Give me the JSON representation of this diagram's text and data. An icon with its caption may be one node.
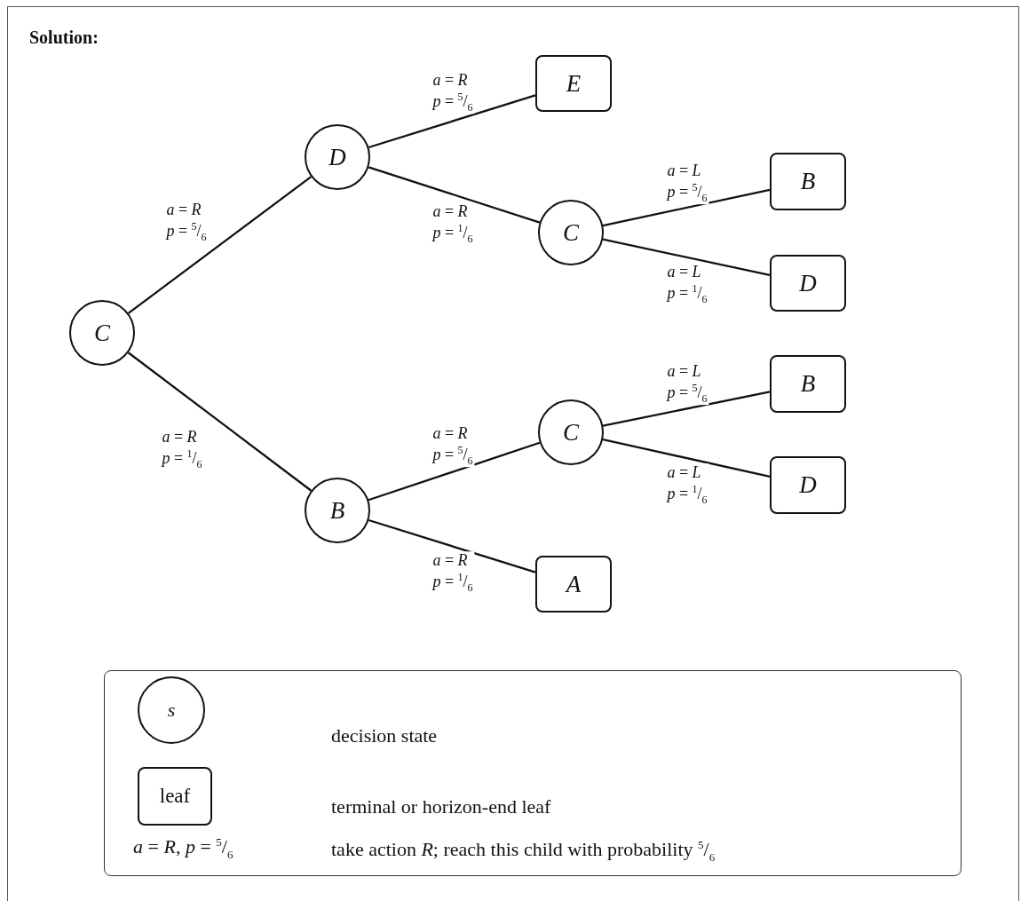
{
  "diagram": {
    "title": "Solution:",
    "nodes": [
      {
        "text": [
          "*C*"
        ]
      },
      {
        "text": [
          "*D*"
        ]
      },
      {
        "text": [
          "*B*"
        ]
      },
      {
        "text": [
          "*E*"
        ]
      },
      {
        "text": [
          "*C*"
        ]
      },
      {
        "text": [
          "*B*"
        ]
      },
      {
        "text": [
          "*D*"
        ]
      },
      {
        "text": [
          "*C*"
        ]
      },
      {
        "text": [
          "*A*"
        ]
      },
      {
        "text": [
          "*B*"
        ]
      },
      {
        "text": [
          "*D*"
        ]
      }
    ],
    "edges": [
      {
        "from": 0,
        "to": 1,
        "arrow": "none",
        "label": "*a* = *R* *p* = $^{5}$/$_{6}$"
      },
      {
        "from": 0,
        "to": 2,
        "arrow": "none",
        "label": "*a* = *R* *p* = $^{1}$/$_{6}$"
      },
      {
        "from": 1,
        "to": 3,
        "arrow": "none",
        "label": "*a* = *R* *p* = $^{5}$/$_{6}$"
      },
      {
        "from": 1,
        "to": 4,
        "arrow": "none",
        "label": "*a* = *R* *p* = $^{1}$/$_{6}$"
      },
      {
        "from": 4,
        "to": 5,
        "arrow": "none",
        "label": "*a* = *L* *p* = $^{5}$/$_{6}$"
      },
      {
        "from": 4,
        "to": 6,
        "arrow": "none",
        "label": "*a* = *L* *p* = $^{1}$/$_{6}$"
      },
      {
        "from": 2,
        "to": 7,
        "arrow": "none",
        "label": "*a* = *R* *p* = $^{5}$/$_{6}$"
      },
      {
        "from": 2,
        "to": 8,
        "arrow": "none",
        "label": "*a* = *R* *p* = $^{1}$/$_{6}$"
      },
      {
        "from": 7,
        "to": 9,
        "arrow": "none",
        "label": "*a* = *L* *p* = $^{5}$/$_{6}$"
      },
      {
        "from": 7,
        "to": 10,
        "arrow": "none",
        "label": "*a* = *L* *p* = $^{1}$/$_{6}$"
      }
    ],
    "labels": [
      "*s*",
      "leaf",
      "*a* = *R*, *p* = $^{5}$/$_{6}$"
    ],
    "legend": [
      {
        "text": "decision state"
      },
      {
        "text": "terminal or horizon-end leaf"
      },
      {
        "text": "take action *R*; reach this child with probability $^{5}$/$_{6}$"
      }
    ]
  }
}
